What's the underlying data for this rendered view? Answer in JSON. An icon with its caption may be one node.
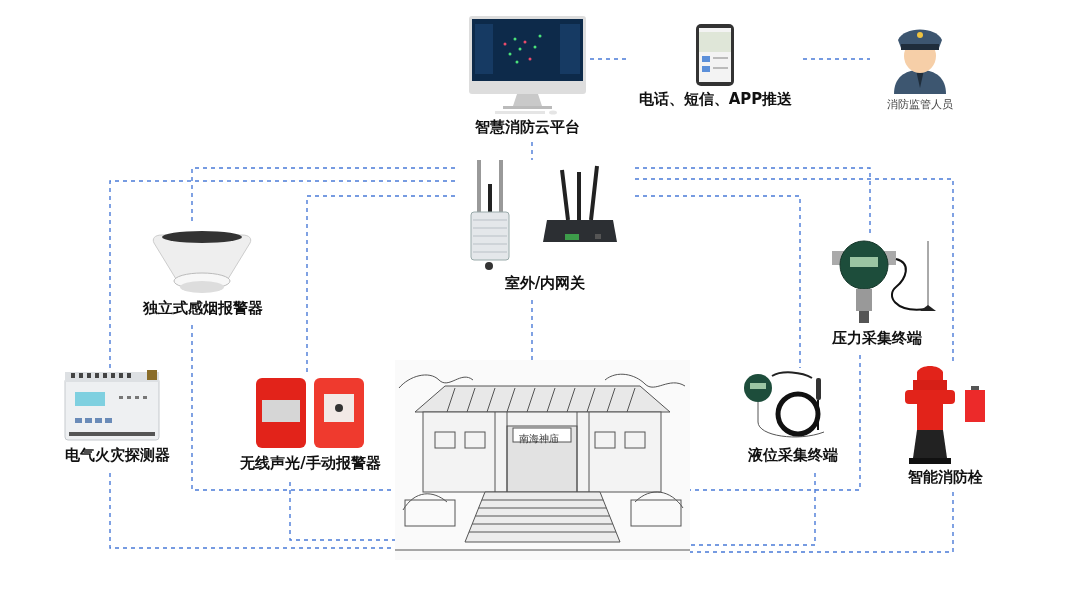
{
  "diagram": {
    "nodes": [
      {
        "text": [
          "智慧消防云平台"
        ]
      },
      {
        "text": [
          "电话、短信、APP推送"
        ]
      },
      {
        "text": [
          "消防监管人员"
        ]
      },
      {
        "text": [
          "室外/内网关"
        ]
      },
      {
        "text": [
          "独立式感烟报警器"
        ]
      },
      {
        "text": [
          "电气火灾探测器"
        ]
      },
      {
        "text": [
          "无线声光/手动报警器"
        ]
      },
      {
        "text": [
          "南海神庙"
        ]
      },
      {
        "text": [
          "液位采集终端"
        ]
      },
      {
        "text": [
          "压力采集终端"
        ]
      },
      {
        "text": [
          "智能消防栓"
        ]
      }
    ],
    "edges": [
      {
        "from": 0,
        "to": 1,
        "arrow": "none",
        "style": "dashed"
      },
      {
        "from": 1,
        "to": 2,
        "arrow": "none",
        "style": "dashed"
      },
      {
        "from": 0,
        "to": 3,
        "arrow": "none",
        "style": "dashed"
      },
      {
        "from": 3,
        "to": 4,
        "arrow": "none",
        "style": "dashed"
      },
      {
        "from": 3,
        "to": 5,
        "arrow": "none",
        "style": "dashed"
      },
      {
        "from": 3,
        "to": 6,
        "arrow": "none",
        "style": "dashed"
      },
      {
        "from": 3,
        "to": 9,
        "arrow": "none",
        "style": "dashed"
      },
      {
        "from": 3,
        "to": 10,
        "arrow": "none",
        "style": "dashed"
      },
      {
        "from": 3,
        "to": 8,
        "arrow": "none",
        "style": "dashed"
      },
      {
        "from": 3,
        "to": 7,
        "arrow": "none",
        "style": "dashed"
      },
      {
        "from": 4,
        "to": 7,
        "arrow": "none",
        "style": "dashed"
      },
      {
        "from": 5,
        "to": 7,
        "arrow": "none",
        "style": "dashed"
      },
      {
        "from": 6,
        "to": 7,
        "arrow": "none",
        "style": "dashed"
      },
      {
        "from": 8,
        "to": 7,
        "arrow": "none",
        "style": "dashed"
      },
      {
        "from": 9,
        "to": 7,
        "arrow": "none",
        "style": "dashed"
      },
      {
        "from": 10,
        "to": 7,
        "arrow": "none",
        "style": "dashed"
      }
    ]
  }
}
